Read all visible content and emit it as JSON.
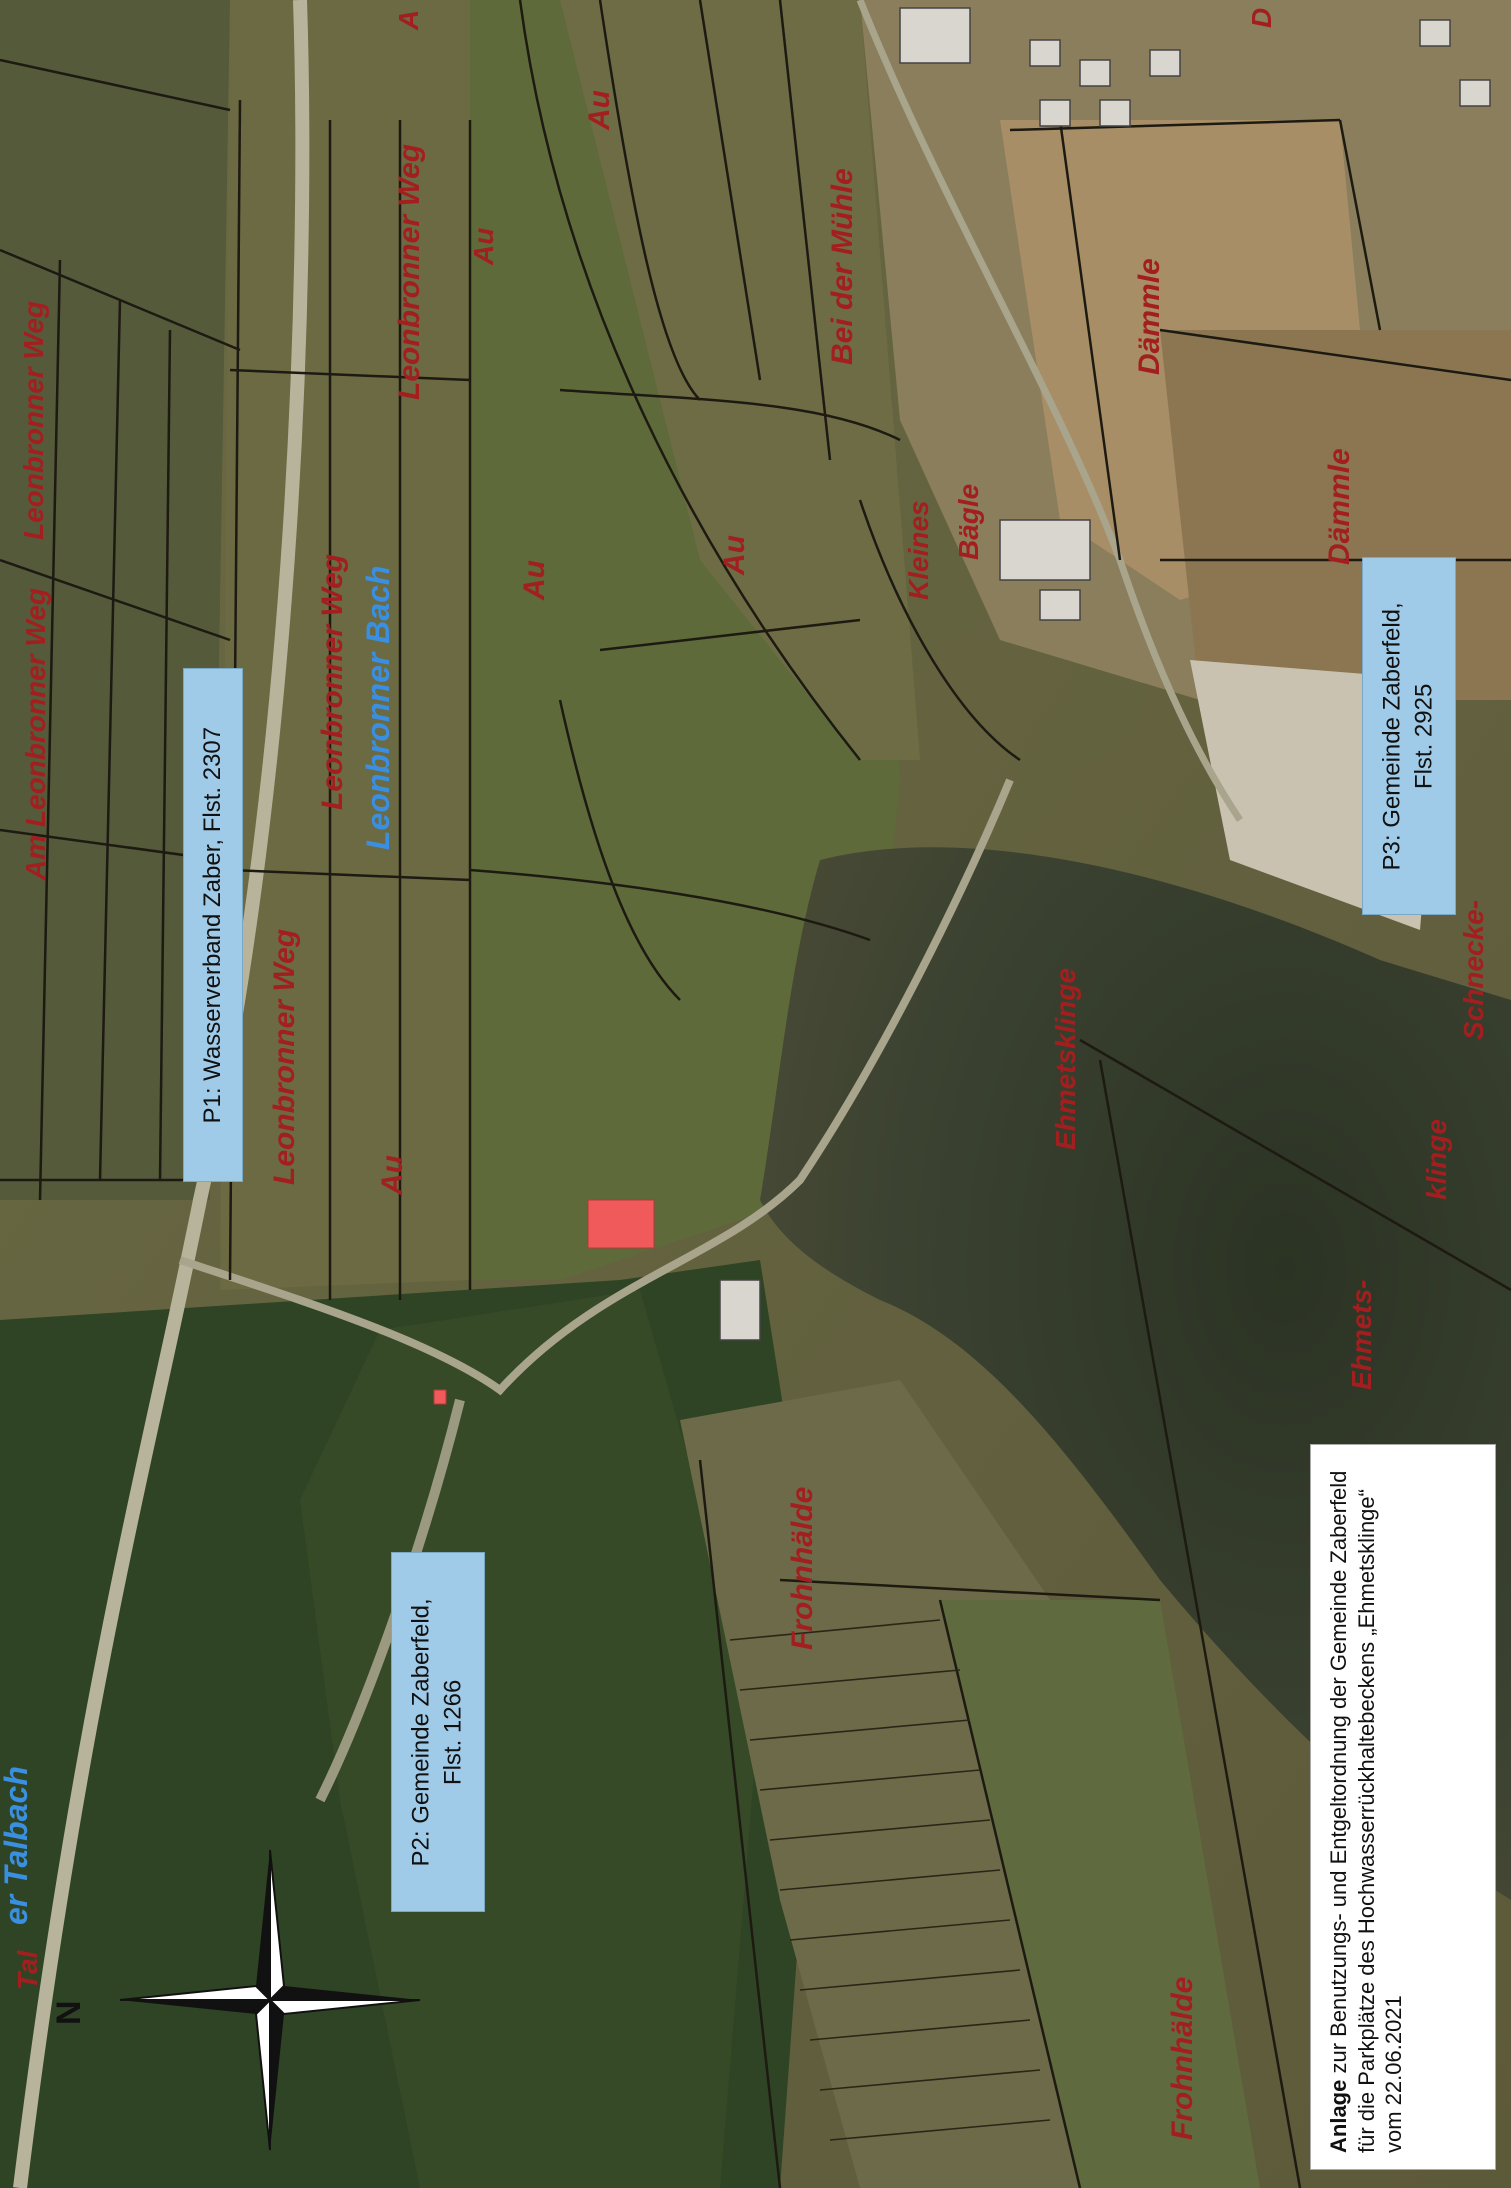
{
  "map": {
    "place_labels": [
      {
        "id": "au-1",
        "text": "Au"
      },
      {
        "id": "au-2",
        "text": "Au"
      },
      {
        "id": "au-3",
        "text": "Au"
      },
      {
        "id": "au-4",
        "text": "Au"
      },
      {
        "id": "au-5",
        "text": "Au"
      },
      {
        "id": "leonbronner-weg-1",
        "text": "Leonbronner Weg"
      },
      {
        "id": "leonbronner-weg-2",
        "text": "Leonbronner Weg"
      },
      {
        "id": "leonbronner-weg-3",
        "text": "Leonbronner Weg"
      },
      {
        "id": "leonbronner-weg-4",
        "text": "Leonbronner Weg"
      },
      {
        "id": "am-leonbronner-weg",
        "text": "Am Leonbronner Weg"
      },
      {
        "id": "bei-der-muehle",
        "text": "Bei der Mühle"
      },
      {
        "id": "daemmle-1",
        "text": "Dämmle"
      },
      {
        "id": "daemmle-2",
        "text": "Dämmle"
      },
      {
        "id": "kleines",
        "text": "Kleines"
      },
      {
        "id": "baegle",
        "text": "Bägle"
      },
      {
        "id": "frohnhaelde-1",
        "text": "Frohnhälde"
      },
      {
        "id": "frohnhaelde-2",
        "text": "Frohnhälde"
      },
      {
        "id": "ehmetsklinge-1",
        "text": "Ehmetsklinge"
      },
      {
        "id": "ehmetsklinge-2",
        "text": "Ehmets-"
      },
      {
        "id": "klinge",
        "text": "klinge"
      },
      {
        "id": "schnecke",
        "text": "Schnecke-"
      },
      {
        "id": "edge-a",
        "text": "A"
      },
      {
        "id": "edge-d",
        "text": "D"
      },
      {
        "id": "tal",
        "text": "Tal"
      }
    ],
    "water_labels": [
      {
        "id": "leonbronner-bach",
        "text": "Leonbronner Bach"
      },
      {
        "id": "talbach",
        "text": "er Talbach"
      }
    ],
    "parking": {
      "p1": {
        "line1": "P1: Wasserverband Zaber, Flst. 2307"
      },
      "p2": {
        "line1": "P2: Gemeinde Zaberfeld,",
        "line2": "Flst. 1266"
      },
      "p3": {
        "line1": "P3: Gemeinde Zaberfeld,",
        "line2": "Flst. 2925"
      }
    },
    "caption": {
      "bold": "Anlage",
      "text": " zur Benutzungs- und Entgeltordnung der Gemeinde Zaberfeld für die Parkplätze des Hochwasserrückhaltebeckens „Ehmetsklinge“ vom 22.06.2021"
    },
    "compass": {
      "north_letter": "N"
    },
    "colors": {
      "place_label": "#a31f1f",
      "water_label": "#3a8fe0",
      "parking_box": "#9fcbe8",
      "highlight": "#f05a5a",
      "lake": "#2f3a2c",
      "forest": "#2f4424",
      "field": "#6f6a45"
    }
  }
}
